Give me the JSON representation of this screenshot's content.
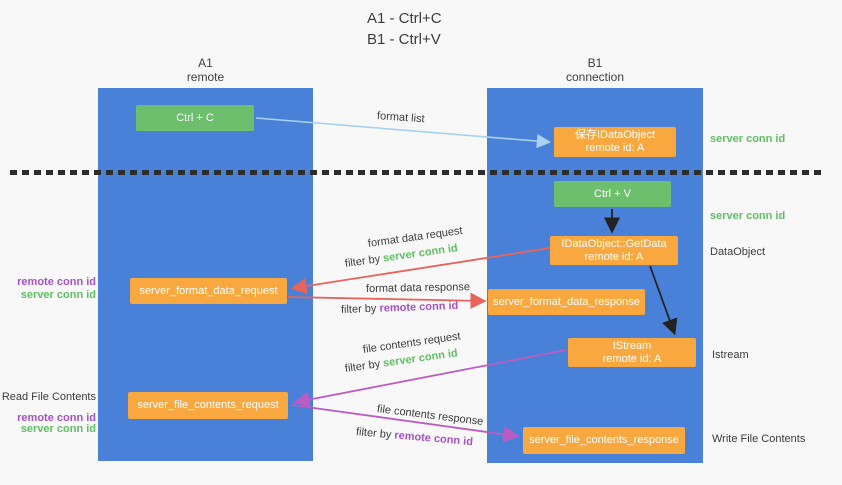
{
  "title": {
    "line1": "A1 - Ctrl+C",
    "line2": "B1 - Ctrl+V"
  },
  "lifelines": {
    "left": {
      "name": "A1",
      "role": "remote"
    },
    "right": {
      "name": "B1",
      "role": "connection"
    }
  },
  "boxes": {
    "ctrl_c": "Ctrl + C",
    "ctrl_v": "Ctrl + V",
    "save_dataobject": {
      "line1": "保存IDataObject",
      "line2": "remote id: A"
    },
    "getdata": {
      "line1": "IDataObject::GetData",
      "line2": "remote id: A"
    },
    "istream": {
      "line1": "IStream",
      "line2": "remote id: A"
    },
    "format_request": "server_format_data_request",
    "format_response": "server_format_data_response",
    "file_request": "server_file_contents_request",
    "file_response": "server_file_contents_response"
  },
  "side_labels": {
    "server_conn_top": "server conn id",
    "server_conn_mid": "server conn id",
    "dataobject": "DataObject",
    "istream": "Istream",
    "write_file": "Write File Contents",
    "read_file": "Read File Contents",
    "remote_conn_mid": "remote conn id",
    "server_conn_left_mid": "server conn id",
    "remote_conn_bottom": "remote conn id",
    "server_conn_left_bottom": "server conn id"
  },
  "arrow_labels": {
    "format_list": "format list",
    "format_data_request": "format data request",
    "format_data_request_filter_prefix": "filter by ",
    "format_data_request_filter_key": "server conn id",
    "format_data_response": "format data response",
    "format_data_response_filter_prefix": "filter by ",
    "format_data_response_filter_key": "remote conn id",
    "file_contents_request": "file contents request",
    "file_contents_request_filter_prefix": "filter by ",
    "file_contents_request_filter_key": "server conn id",
    "file_contents_response": "file contents response",
    "file_contents_response_filter_prefix": "filter by ",
    "file_contents_response_filter_key": "remote conn id"
  },
  "colors": {
    "background": "#f8f8f8",
    "lifeline_blue": "#4a81d8",
    "action_green": "#6dbf6e",
    "object_orange": "#f9a840",
    "server_conn_green": "#5fbf63",
    "remote_conn_purple": "#a551cb",
    "request_arrow_red": "#e8635a",
    "file_arrow_magenta": "#bb5cc4",
    "format_list_arrow_blue": "#a8d2ee",
    "black_arrow": "#222222",
    "text_dark": "#3c3c3c"
  }
}
